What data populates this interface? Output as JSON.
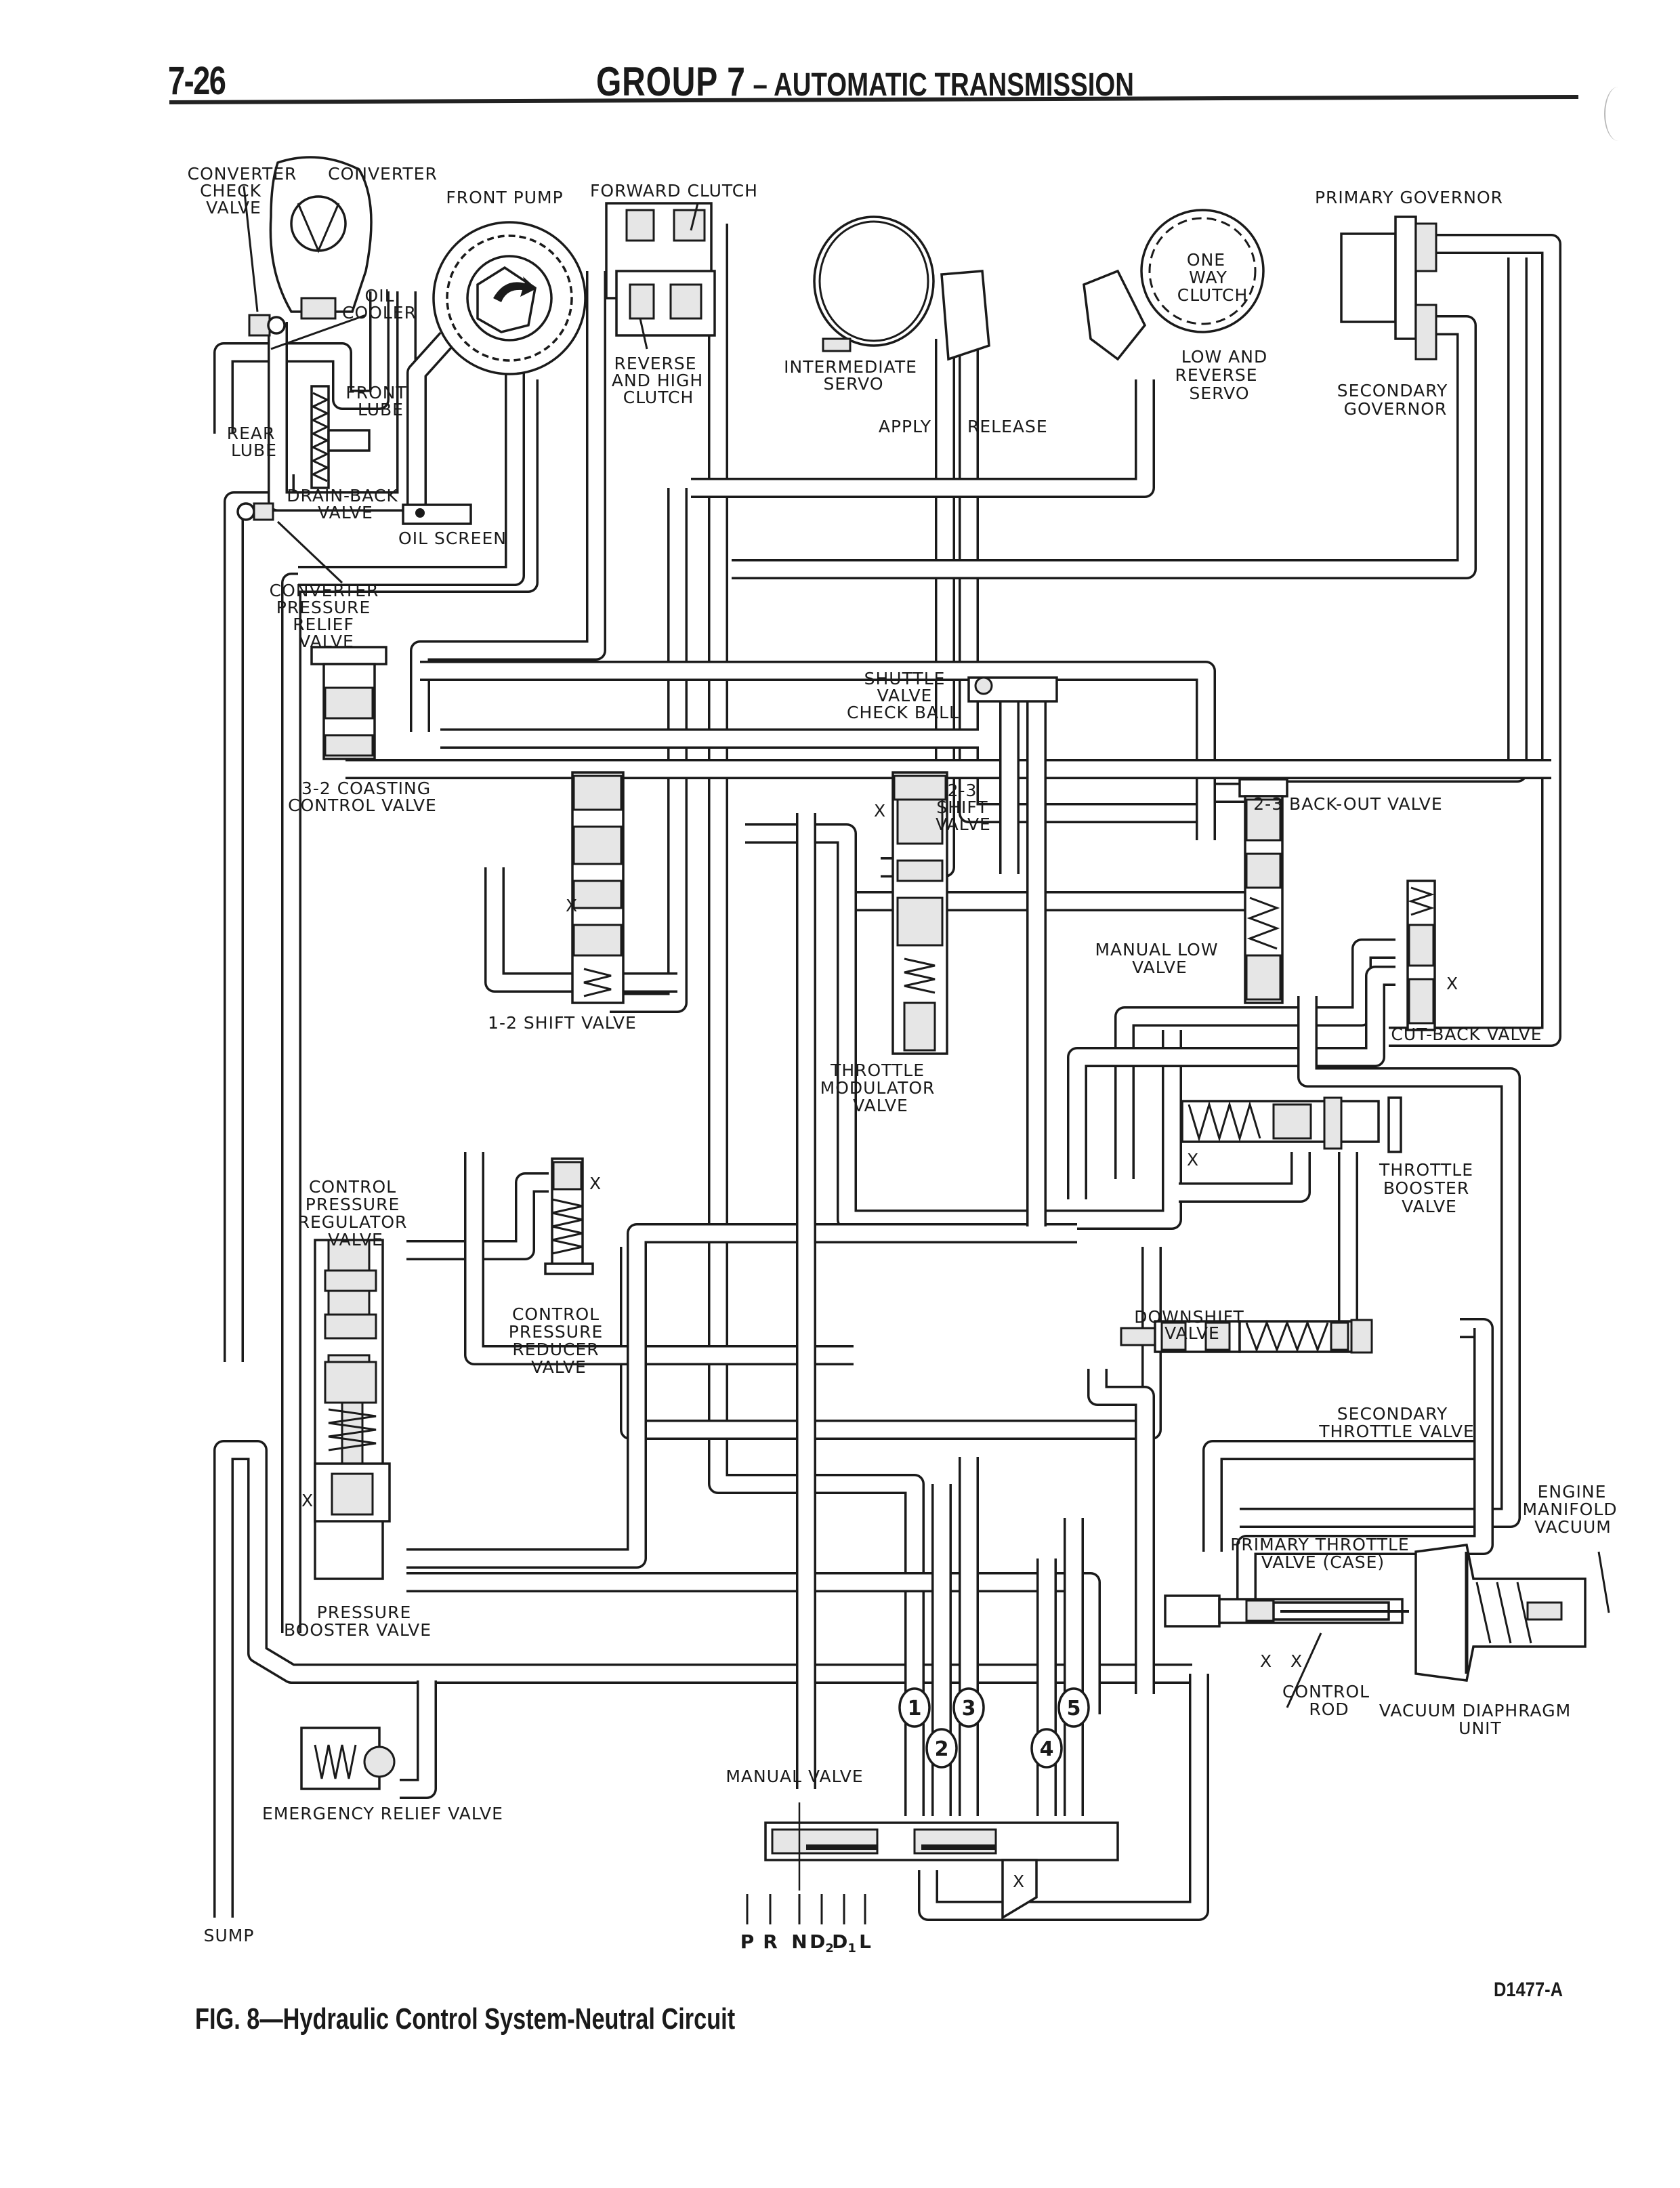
{
  "header": {
    "page_number": "7-26",
    "group": "GROUP 7",
    "separator": " – ",
    "subject": "AUTOMATIC TRANSMISSION"
  },
  "figure": {
    "caption": "FIG. 8—Hydraulic Control System-Neutral Circuit",
    "code": "D1477-A"
  },
  "labels": {
    "converter_check_valve": [
      "CONVERTER",
      "CHECK",
      "VALVE"
    ],
    "converter": "CONVERTER",
    "front_pump": "FRONT PUMP",
    "forward_clutch": "FORWARD CLUTCH",
    "oil_cooler": [
      "OIL",
      "COOLER"
    ],
    "front_lube": [
      "FRONT",
      "LUBE"
    ],
    "rear_lube": [
      "REAR",
      "LUBE"
    ],
    "drain_back_valve": [
      "DRAIN-BACK",
      "VALVE"
    ],
    "oil_screen": "OIL SCREEN",
    "reverse_high_clutch": [
      "REVERSE",
      "AND HIGH",
      "CLUTCH"
    ],
    "intermediate_servo": [
      "INTERMEDIATE",
      "SERVO"
    ],
    "apply": "APPLY",
    "release": "RELEASE",
    "one_way_clutch": [
      "ONE",
      "WAY",
      "CLUTCH"
    ],
    "low_reverse_servo": [
      "LOW AND",
      "REVERSE",
      "SERVO"
    ],
    "primary_governor": "PRIMARY GOVERNOR",
    "secondary_governor": [
      "SECONDARY",
      "GOVERNOR"
    ],
    "converter_pressure_relief_valve": [
      "CONVERTER",
      "PRESSURE",
      "RELIEF",
      "VALVE"
    ],
    "coasting_control_valve": [
      "3-2 COASTING",
      "CONTROL VALVE"
    ],
    "shuttle_valve_check_ball": [
      "SHUTTLE",
      "VALVE",
      "CHECK BALL"
    ],
    "shift_valve_23": [
      "2-3",
      "SHIFT",
      "VALVE"
    ],
    "back_out_valve_23": "2-3 BACK-OUT VALVE",
    "manual_low_valve": [
      "MANUAL LOW",
      "VALVE"
    ],
    "cut_back_valve": "CUT-BACK VALVE",
    "shift_valve_12": "1-2 SHIFT VALVE",
    "throttle_modulator_valve": [
      "THROTTLE",
      "MODULATOR",
      "VALVE"
    ],
    "throttle_booster_valve": [
      "THROTTLE",
      "BOOSTER",
      "VALVE"
    ],
    "control_pressure_regulator_valve": [
      "CONTROL",
      "PRESSURE",
      "REGULATOR",
      "VALVE"
    ],
    "control_pressure_reducer_valve": [
      "CONTROL",
      "PRESSURE",
      "REDUCER",
      "VALVE"
    ],
    "downshift_valve": [
      "DOWNSHIFT",
      "VALVE"
    ],
    "secondary_throttle_valve": [
      "SECONDARY",
      "THROTTLE VALVE"
    ],
    "engine_manifold_vacuum": [
      "ENGINE",
      "MANIFOLD",
      "VACUUM"
    ],
    "primary_throttle_valve": [
      "PRIMARY THROTTLE",
      "VALVE (CASE)"
    ],
    "control_rod": [
      "CONTROL",
      "ROD"
    ],
    "vacuum_diaphragm_unit": [
      "VACUUM DIAPHRAGM",
      "UNIT"
    ],
    "pressure_booster_valve": [
      "PRESSURE",
      "BOOSTER VALVE"
    ],
    "emergency_relief_valve": "EMERGENCY RELIEF VALVE",
    "manual_valve": "MANUAL VALVE",
    "sump": "SUMP",
    "exhaust_mark": "X"
  },
  "manual_valve_ports": [
    "1",
    "2",
    "3",
    "4",
    "5"
  ],
  "selector_positions": [
    "P",
    "R",
    "N",
    "D2",
    "D1",
    "L"
  ]
}
